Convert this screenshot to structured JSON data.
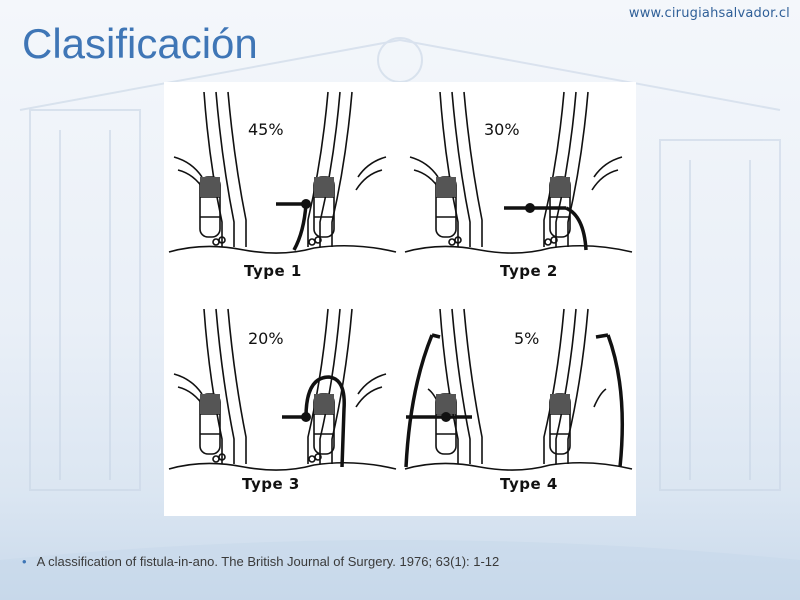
{
  "header": {
    "url": "www.cirugiahsalvador.cl",
    "title": "Clasificación"
  },
  "figure": {
    "panels": [
      {
        "percent": "45%",
        "label": "Type 1"
      },
      {
        "percent": "30%",
        "label": "Type 2"
      },
      {
        "percent": "20%",
        "label": "Type 3"
      },
      {
        "percent": "5%",
        "label": "Type 4"
      }
    ]
  },
  "caption": {
    "text": "A classification of fistula-in-ano. The British Journal of Surgery. 1976; 63(1): 1-12"
  },
  "colors": {
    "title": "#3f76b6",
    "url": "#2f5f98",
    "line": "#111111"
  }
}
